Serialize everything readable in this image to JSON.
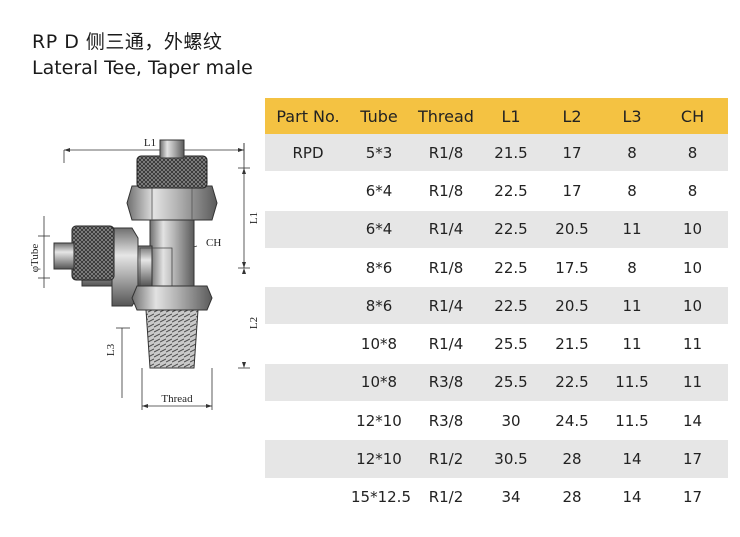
{
  "title": {
    "cn": "RP D 侧三通，外螺纹",
    "en": "Lateral Tee, Taper male"
  },
  "drawing_labels": {
    "l1_top": "L1",
    "l1_side": "L1",
    "l2": "L2",
    "l3": "L3",
    "ch": "CH",
    "tube": "φTube",
    "thread": "Thread"
  },
  "table": {
    "headers": [
      "Part No.",
      "Tube",
      "Thread",
      "L1",
      "L2",
      "L3",
      "CH"
    ],
    "rows": [
      [
        "RPD",
        "5*3",
        "R1/8",
        "21.5",
        "17",
        "8",
        "8"
      ],
      [
        "",
        "6*4",
        "R1/8",
        "22.5",
        "17",
        "8",
        "8"
      ],
      [
        "",
        "6*4",
        "R1/4",
        "22.5",
        "20.5",
        "11",
        "10"
      ],
      [
        "",
        "8*6",
        "R1/8",
        "22.5",
        "17.5",
        "8",
        "10"
      ],
      [
        "",
        "8*6",
        "R1/4",
        "22.5",
        "20.5",
        "11",
        "10"
      ],
      [
        "",
        "10*8",
        "R1/4",
        "25.5",
        "21.5",
        "11",
        "11"
      ],
      [
        "",
        "10*8",
        "R3/8",
        "25.5",
        "22.5",
        "11.5",
        "11"
      ],
      [
        "",
        "12*10",
        "R3/8",
        "30",
        "24.5",
        "11.5",
        "14"
      ],
      [
        "",
        "12*10",
        "R1/2",
        "30.5",
        "28",
        "14",
        "17"
      ],
      [
        "",
        "15*12.5",
        "R1/2",
        "34",
        "28",
        "14",
        "17"
      ]
    ]
  },
  "colors": {
    "header_bg": "#f4c242",
    "row_alt_bg": "#e6e6e6"
  }
}
